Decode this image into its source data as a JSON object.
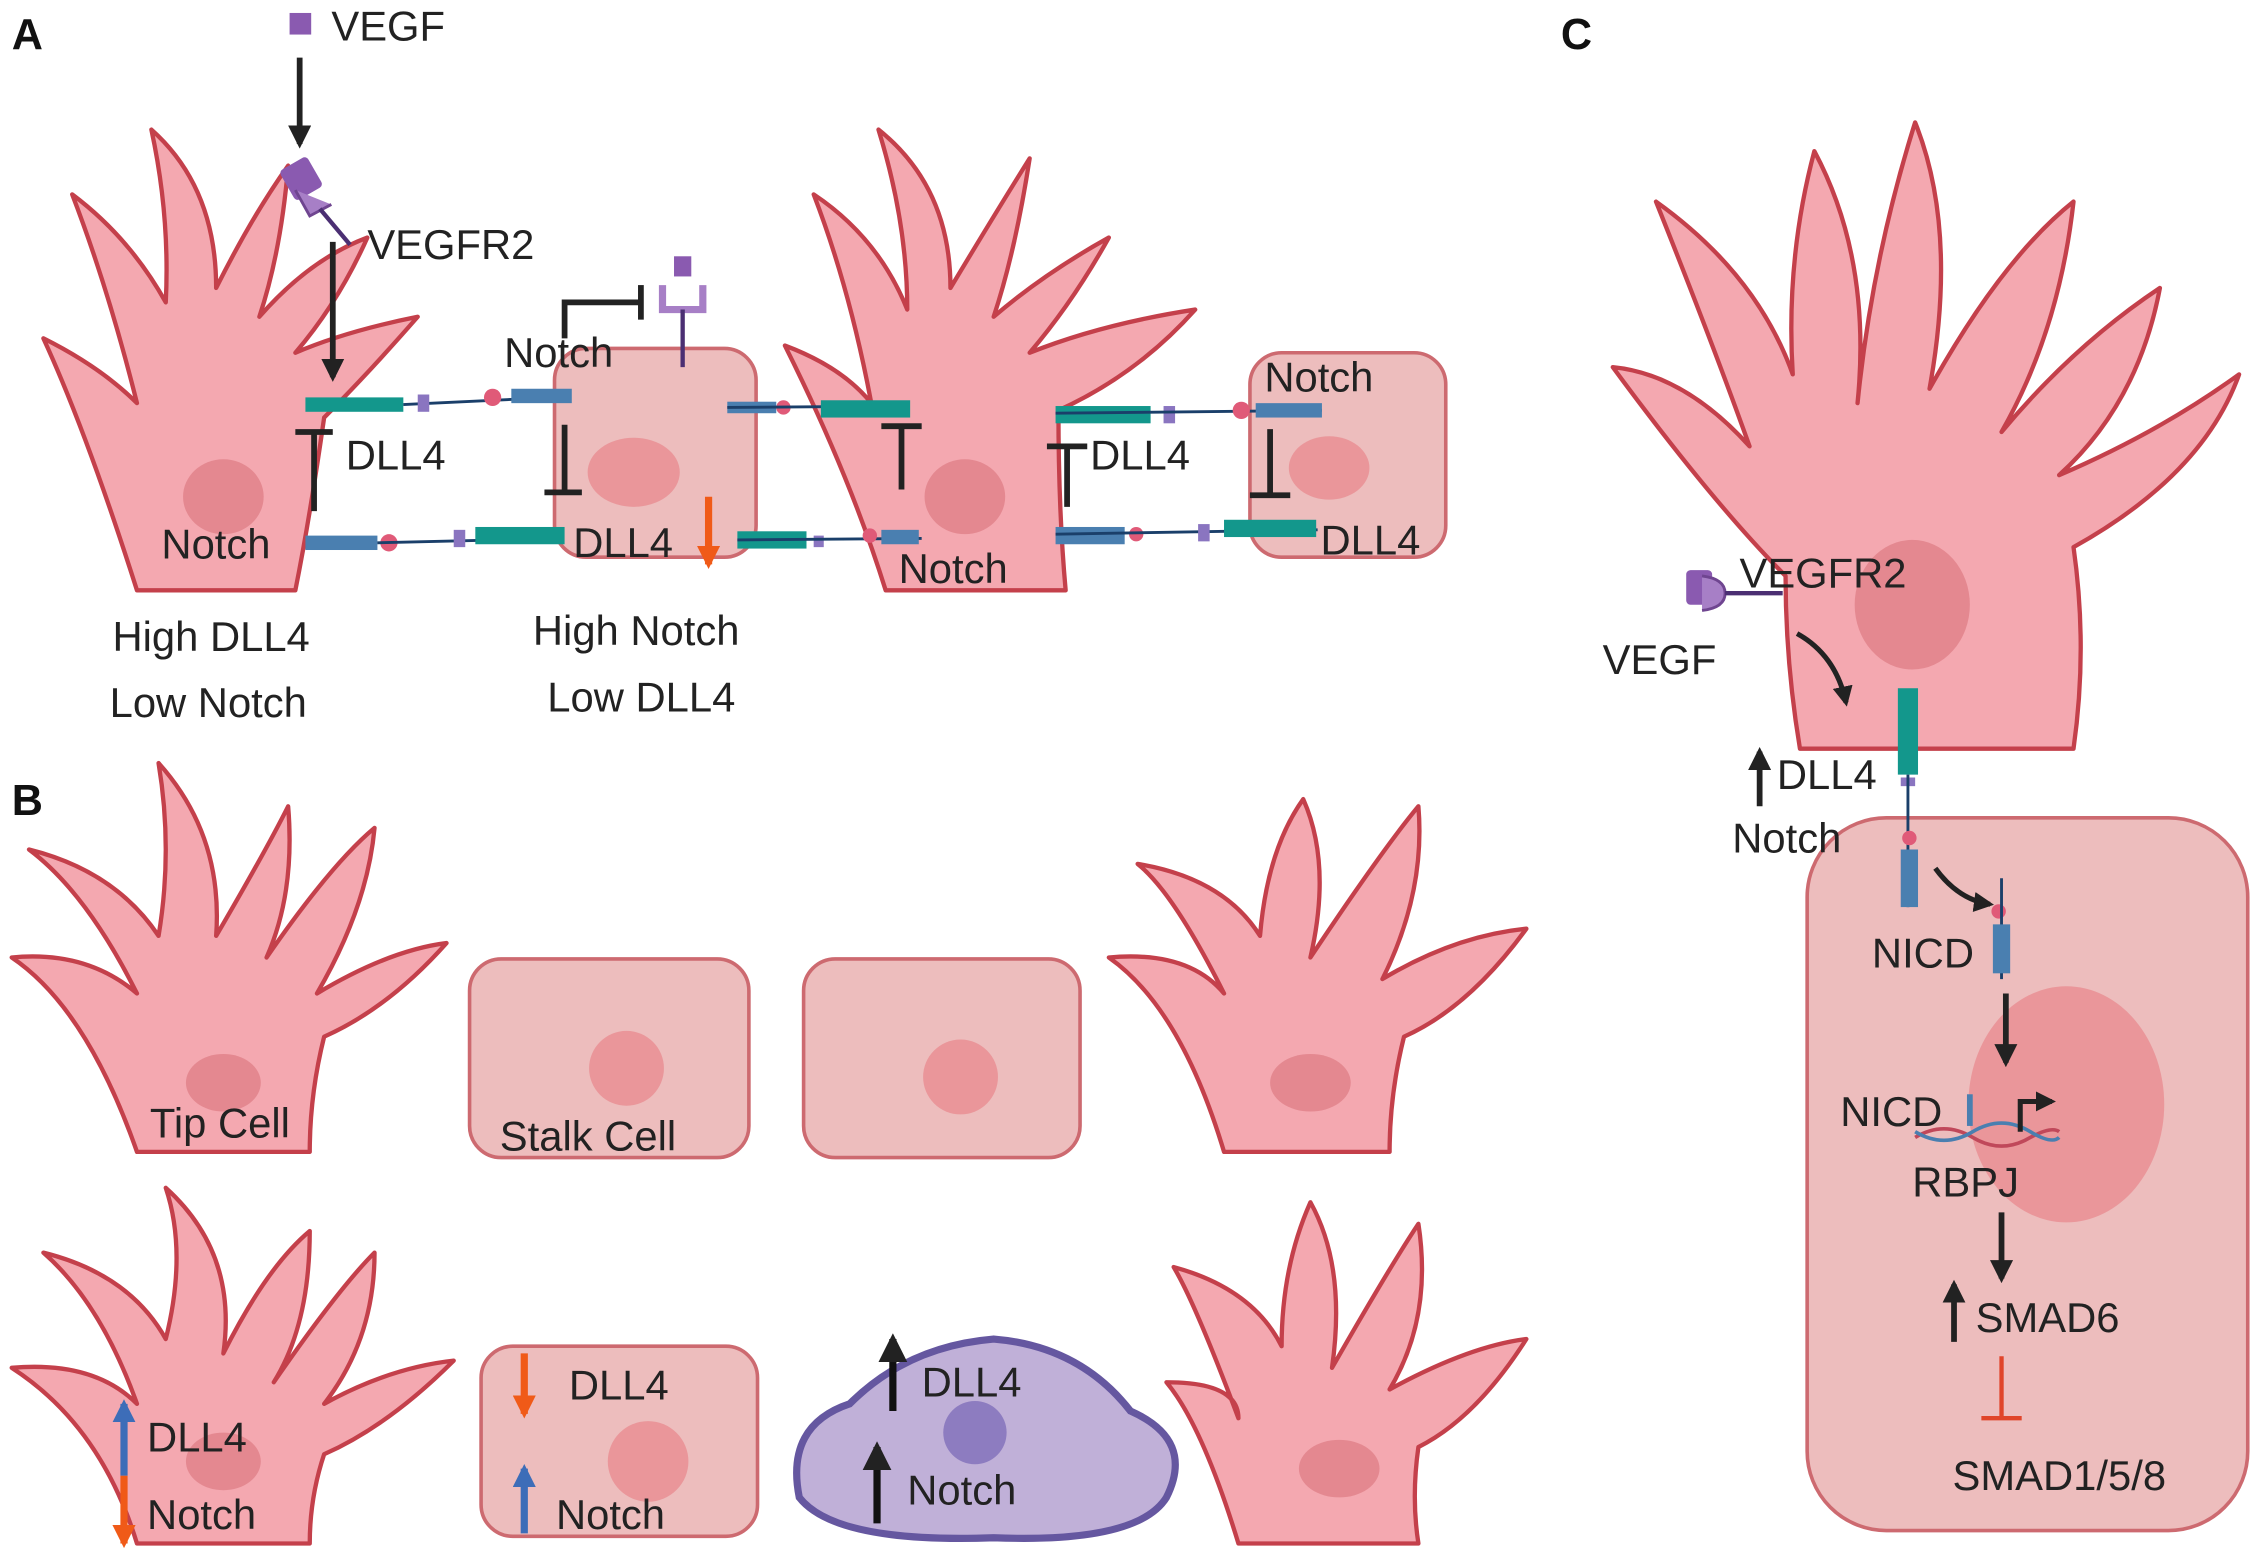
{
  "panels": {
    "a": "A",
    "b": "B",
    "c": "C"
  },
  "panel_a": {
    "vegf": "VEGF",
    "vegfr2": "VEGFR2",
    "notch_top": "Notch",
    "dll4_1": "DLL4",
    "notch_1": "Notch",
    "dll4_stalk": "DLL4",
    "notch_2": "Notch",
    "dll4_2": "DLL4",
    "notch_right": "Notch",
    "dll4_right": "DLL4",
    "caption_tip_1": "High DLL4",
    "caption_tip_2": "Low Notch",
    "caption_stalk_1": "High Notch",
    "caption_stalk_2": "Low DLL4"
  },
  "panel_b": {
    "tip_cell": "Tip Cell",
    "stalk_cell": "Stalk Cell",
    "dll4_a": "DLL4",
    "notch_a": "Notch",
    "dll4_b": "DLL4",
    "notch_b": "Notch",
    "dll4_c": "DLL4",
    "notch_c": "Notch"
  },
  "panel_c": {
    "vegfr2": "VEGFR2",
    "vegf": "VEGF",
    "dll4": "DLL4",
    "notch": "Notch",
    "nicd_1": "NICD",
    "nicd_2": "NICD",
    "rbpj": "RBPJ",
    "smad6": "SMAD6",
    "smad158": "SMAD1/5/8"
  },
  "colors": {
    "tip_fill": "#f4a8b0",
    "tip_outline": "#c4404b",
    "stalk_fill": "#edbdbd",
    "receptor": "#8a5ab0",
    "ligand": "#13978c",
    "notch_receptor": "#4a7fb0",
    "orange_arrow": "#f05a18",
    "blue_arrow": "#3d6db8",
    "purple_cell": "#c0b0d8",
    "inhibit_red": "#e0452a"
  },
  "icons": [
    "up-arrow-icon",
    "down-arrow-icon",
    "inhibition-bar-icon",
    "receptor-icon",
    "dna-icon",
    "transcription-start-icon"
  ]
}
